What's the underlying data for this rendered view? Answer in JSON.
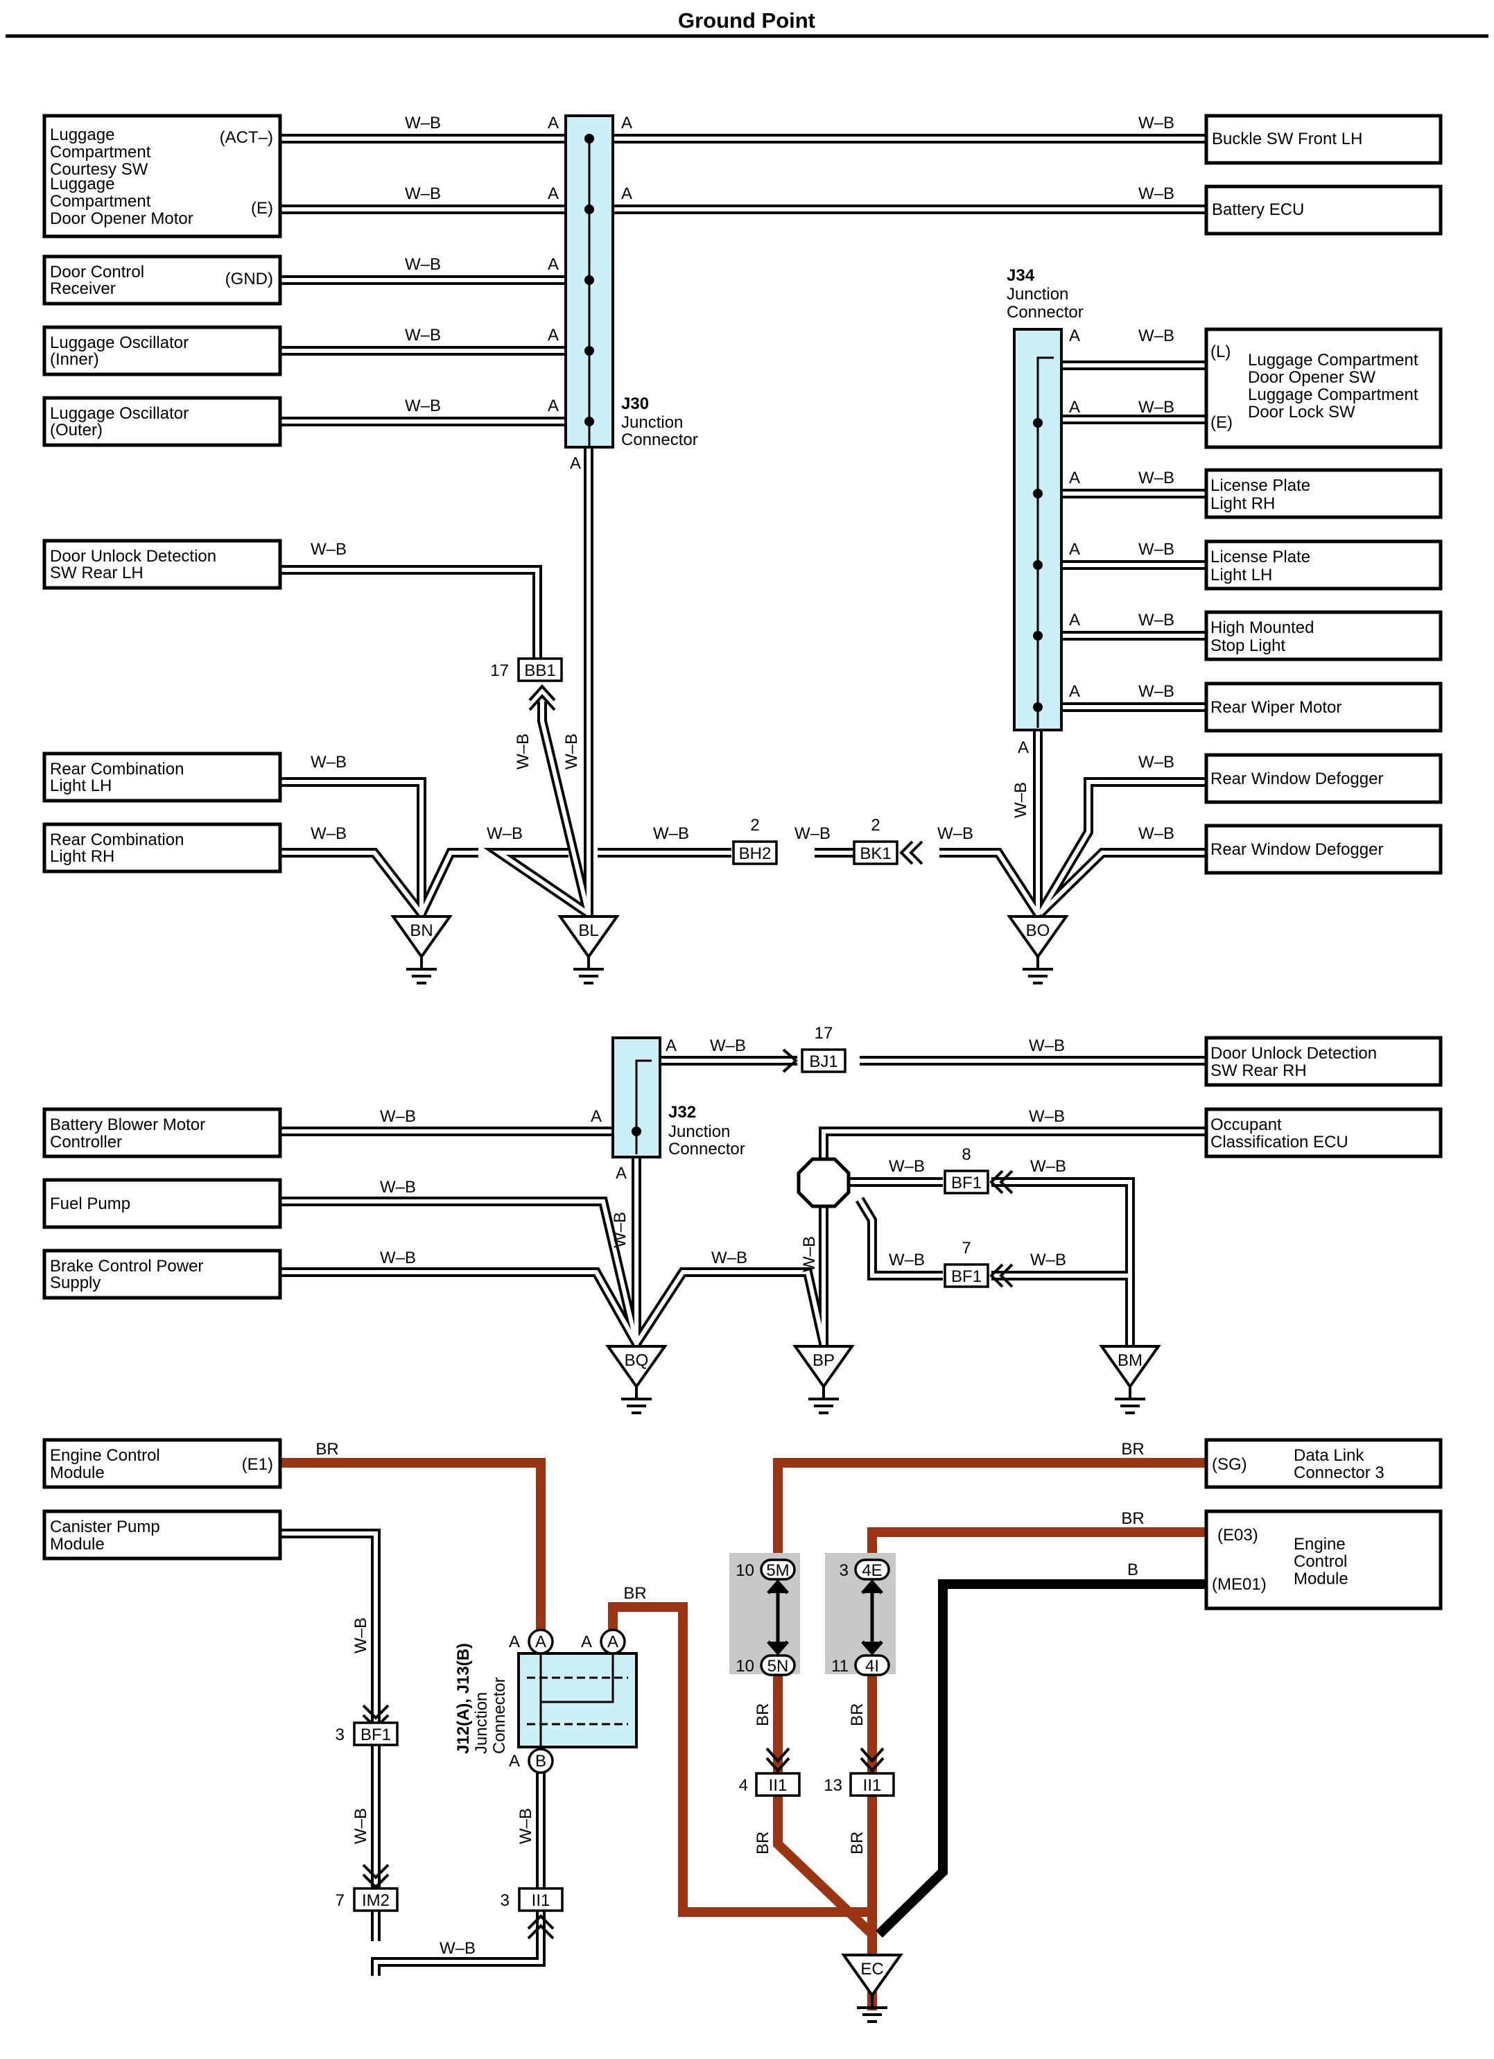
{
  "title": "Ground Point",
  "colors": {
    "wire_wb": "#000000",
    "wire_br": "#9a3412",
    "wire_b": "#000000",
    "junction_fill": "#cdf0f6",
    "connector_shade": "#c8c8c8"
  },
  "components": {
    "lug_courtesy": {
      "lines": [
        "Luggage",
        "Compartment",
        "Courtesy SW",
        "Luggage",
        "Compartment",
        "Door Opener Motor"
      ],
      "pin_act": "(ACT–)",
      "pin_e": "(E)"
    },
    "door_control": {
      "lines": [
        "Door Control",
        "Receiver"
      ],
      "pin": "(GND)"
    },
    "osc_inner": {
      "lines": [
        "Luggage Oscillator",
        "(Inner)"
      ]
    },
    "osc_outer": {
      "lines": [
        "Luggage Oscillator",
        "(Outer)"
      ]
    },
    "unlock_rear_lh": {
      "lines": [
        "Door Unlock Detection",
        "SW Rear LH"
      ]
    },
    "rear_comb_lh": {
      "lines": [
        "Rear Combination",
        "Light LH"
      ]
    },
    "rear_comb_rh": {
      "lines": [
        "Rear Combination",
        "Light RH"
      ]
    },
    "buckle_sw": {
      "lines": [
        "Buckle SW Front LH"
      ]
    },
    "battery_ecu": {
      "lines": [
        "Battery ECU"
      ]
    },
    "lug_opener_sw": {
      "lines": [
        "Luggage Compartment",
        "Door Opener SW",
        "Luggage Compartment",
        "Door Lock SW"
      ],
      "pin_l": "(L)",
      "pin_e": "(E)"
    },
    "license_rh": {
      "lines": [
        "License Plate",
        "Light RH"
      ]
    },
    "license_lh": {
      "lines": [
        "License Plate",
        "Light LH"
      ]
    },
    "high_stop": {
      "lines": [
        "High Mounted",
        "Stop Light"
      ]
    },
    "rear_wiper": {
      "lines": [
        "Rear Wiper Motor"
      ]
    },
    "defogger_1": {
      "lines": [
        "Rear Window Defogger"
      ]
    },
    "defogger_2": {
      "lines": [
        "Rear Window Defogger"
      ]
    },
    "battery_blower": {
      "lines": [
        "Battery Blower Motor",
        "Controller"
      ]
    },
    "fuel_pump": {
      "lines": [
        "Fuel Pump"
      ]
    },
    "brake_power": {
      "lines": [
        "Brake Control Power",
        "Supply"
      ]
    },
    "unlock_rear_rh": {
      "lines": [
        "Door Unlock Detection",
        "SW Rear RH"
      ]
    },
    "occupant_ecu": {
      "lines": [
        "Occupant",
        "Classification ECU"
      ]
    },
    "ecm_left": {
      "lines": [
        "Engine Control",
        "Module"
      ],
      "pin": "(E1)"
    },
    "canister": {
      "lines": [
        "Canister Pump",
        "Module"
      ]
    },
    "dlc3": {
      "lines": [
        "Data Link",
        "Connector 3"
      ],
      "pin": "(SG)"
    },
    "ecm_right": {
      "lines": [
        "Engine",
        "Control",
        "Module"
      ],
      "pin_e03": "(E03)",
      "pin_me01": "(ME01)"
    }
  },
  "junctions": {
    "j30": {
      "code": "J30",
      "lines": [
        "Junction",
        "Connector"
      ]
    },
    "j34": {
      "code": "J34",
      "lines": [
        "Junction",
        "Connector"
      ]
    },
    "j32": {
      "code": "J32",
      "lines": [
        "Junction",
        "Connector"
      ]
    },
    "j12": {
      "lines": [
        "J12(A), J13(B)",
        "Junction",
        "Connector"
      ]
    }
  },
  "grounds": [
    "BN",
    "BL",
    "BO",
    "BQ",
    "BP",
    "BM",
    "EC"
  ],
  "connectors": {
    "bb1": {
      "code": "BB1",
      "pin": "17"
    },
    "bh2": {
      "code": "BH2",
      "pin": "2"
    },
    "bk1": {
      "code": "BK1",
      "pin": "2"
    },
    "bj1": {
      "code": "BJ1",
      "pin": "17"
    },
    "bf1a": {
      "code": "BF1",
      "pin": "8"
    },
    "bf1b": {
      "code": "BF1",
      "pin": "7"
    },
    "bf1c": {
      "code": "BF1",
      "pin": "3"
    },
    "im2": {
      "code": "IM2",
      "pin": "7"
    },
    "ii1a": {
      "code": "II1",
      "pin": "3"
    },
    "ii1b": {
      "code": "II1",
      "pin": "4"
    },
    "ii1c": {
      "code": "II1",
      "pin": "13"
    },
    "c5m": {
      "code": "5M",
      "pin": "10"
    },
    "c5n": {
      "code": "5N",
      "pin": "10"
    },
    "c4e": {
      "code": "4E",
      "pin": "3"
    },
    "c4i": {
      "code": "4I",
      "pin": "11"
    }
  },
  "wire_labels": {
    "wb": "W–B",
    "br": "BR",
    "b": "B",
    "pin_a": "A",
    "pin_b": "B"
  }
}
